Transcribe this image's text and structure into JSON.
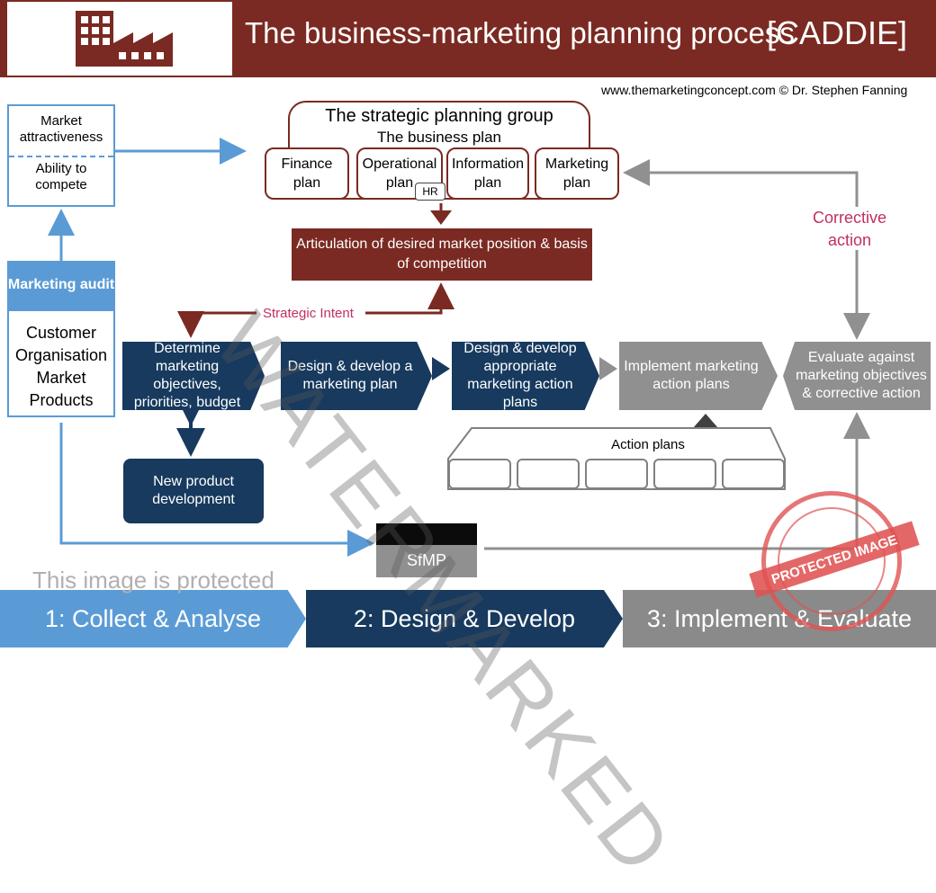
{
  "header": {
    "title": "The business-marketing planning process",
    "tag": "[CADDIE]",
    "copyright": "www.themarketingconcept.com © Dr. Stephen Fanning",
    "logo_icon": "factory-icon"
  },
  "left": {
    "market_attractiveness": "Market attractiveness",
    "ability_to_compete": "Ability to compete",
    "audit_title": "Marketing audit",
    "audit_items": [
      "Customer",
      "Organisation",
      "Market",
      "Products"
    ]
  },
  "strategic": {
    "group_title": "The strategic planning group",
    "business_plan": "The business plan",
    "plans": [
      "Finance plan",
      "Operational plan",
      "Information plan",
      "Marketing plan"
    ],
    "hr": "HR",
    "articulation": "Articulation of desired market position & basis of competition",
    "strategic_intent": "Strategic Intent",
    "corrective_action": "Corrective action"
  },
  "process": {
    "determine": "Determine marketing objectives, priorities, budget",
    "design_plan": "Design & develop a marketing plan",
    "design_action": "Design & develop appropriate marketing action plans",
    "implement": "Implement marketing action plans",
    "evaluate": "Evaluate against marketing objectives & corrective action",
    "new_product": "New product development",
    "action_plans": "Action plans",
    "sfmp": "SfMP"
  },
  "phases": [
    "1: Collect & Analyse",
    "2:  Design & Develop",
    "3: Implement & Evaluate"
  ],
  "overlay": {
    "protected": "This image is protected",
    "watermark": "WATERMARKED",
    "stamp": "PROTECTED IMAGE"
  },
  "colors": {
    "maroon": "#7a2a22",
    "navy": "#173a5e",
    "light_blue": "#5b9bd5",
    "gray": "#909090",
    "pink": "#c0305f"
  }
}
